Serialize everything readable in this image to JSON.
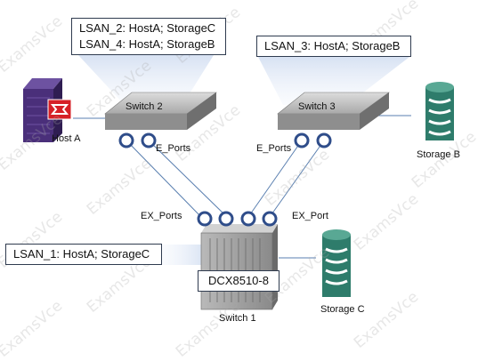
{
  "callouts": {
    "switch2_line1": "LSAN_2: HostA; StorageC",
    "switch2_line2": "LSAN_4: HostA; StorageB",
    "switch3": "LSAN_3:  HostA; StorageB",
    "switch1": "LSAN_1:  HostA; StorageC"
  },
  "devices": {
    "switch2": "Switch 2",
    "switch3": "Switch 3",
    "switch1": "Switch 1",
    "dcx_model": "DCX8510-8",
    "host_a": "Host A",
    "storage_b": "Storage B",
    "storage_c": "Storage C"
  },
  "ports": {
    "e_ports_left": "E_Ports",
    "e_ports_right": "E_Ports",
    "ex_ports": "EX_Ports",
    "ex_port": "EX_Port"
  },
  "watermark": "ExamsVce",
  "colors": {
    "port_ring": "#2f4d8a",
    "storage_green": "#2e7c6b",
    "host_purple": "#4a2f7a",
    "brocade_red": "#d62027",
    "link_line": "#5a7fb0"
  }
}
